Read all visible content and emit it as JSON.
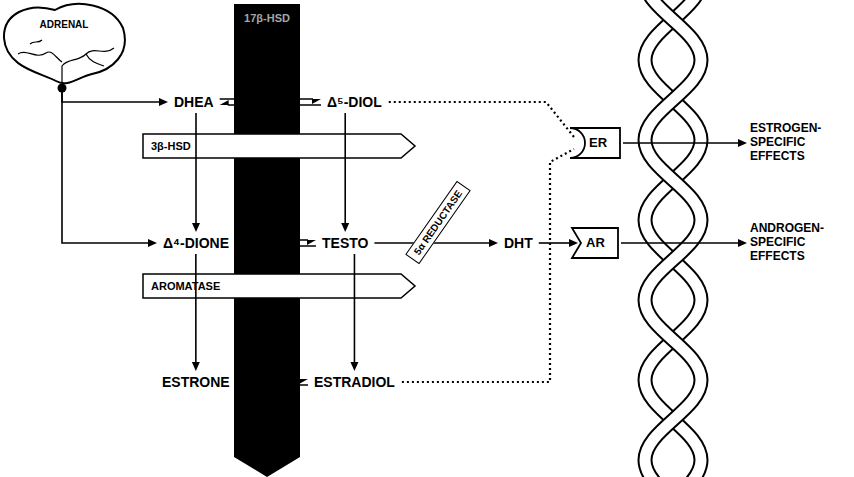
{
  "diagram": {
    "nodes": [
      {
        "text": [
          "ADRENAL"
        ]
      },
      {
        "text": [
          "17β-HSD"
        ]
      },
      {
        "text": [
          "DHEA"
        ]
      },
      {
        "text": [
          "Δ⁵-DIOL"
        ]
      },
      {
        "text": [
          "3β-HSD"
        ]
      },
      {
        "text": [
          "Δ⁴-DIONE"
        ]
      },
      {
        "text": [
          "TESTO"
        ]
      },
      {
        "text": [
          "5α REDUCTASE"
        ]
      },
      {
        "text": [
          "DHT"
        ]
      },
      {
        "text": [
          "AROMATASE"
        ]
      },
      {
        "text": [
          "ESTRONE"
        ]
      },
      {
        "text": [
          "ESTRADIOL"
        ]
      },
      {
        "text": [
          "ER"
        ]
      },
      {
        "text": [
          "ESTROGEN-SPECIFIC EFFECTS"
        ]
      },
      {
        "text": [
          "AR"
        ]
      },
      {
        "text": [
          "ANDROGEN-SPECIFIC EFFECTS"
        ]
      }
    ],
    "edges": [
      {
        "from": 0,
        "to": 2,
        "arrow": "to"
      },
      {
        "from": 0,
        "to": 5,
        "arrow": "to"
      },
      {
        "from": 2,
        "to": 3,
        "arrow": "both"
      },
      {
        "from": 2,
        "to": 5,
        "arrow": "to"
      },
      {
        "from": 3,
        "to": 6,
        "arrow": "to"
      },
      {
        "from": 5,
        "to": 6,
        "arrow": "both"
      },
      {
        "from": 6,
        "to": 8,
        "arrow": "to"
      },
      {
        "from": 5,
        "to": 10,
        "arrow": "to"
      },
      {
        "from": 6,
        "to": 11,
        "arrow": "to"
      },
      {
        "from": 10,
        "to": 11,
        "arrow": "both"
      },
      {
        "from": 8,
        "to": 14,
        "arrow": "to"
      },
      {
        "from": 3,
        "to": 12,
        "arrow": "none"
      },
      {
        "from": 11,
        "to": 12,
        "arrow": "none"
      },
      {
        "from": 12,
        "to": 13,
        "arrow": "to"
      },
      {
        "from": 14,
        "to": 15,
        "arrow": "to"
      }
    ]
  }
}
